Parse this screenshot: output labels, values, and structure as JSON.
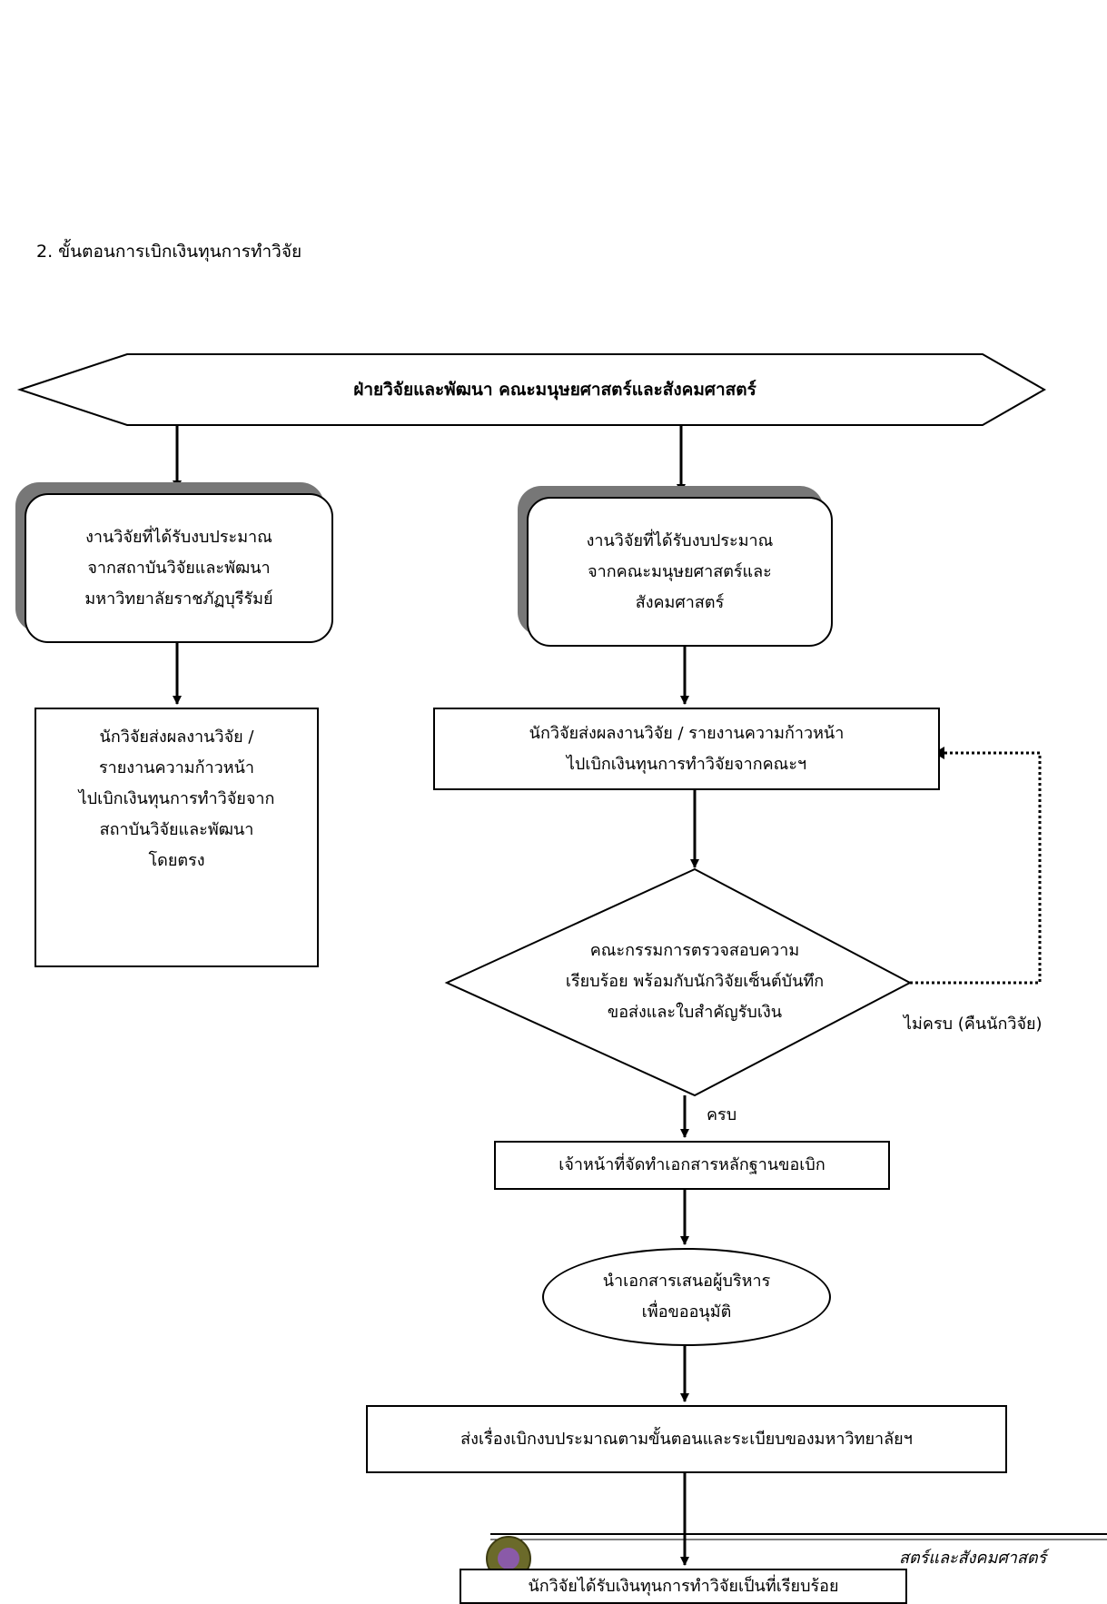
{
  "title": "2.  ขั้นตอนการเบิกเงินทุนการทำวิจัย",
  "banner": "ฝ่ายวิจัยและพัฒนา   คณะมนุษยศาสตร์และสังคมศาสตร์",
  "left_box": "งานวิจัยที่ได้รับงบประมาณ\nจากสถาบันวิจัยและพัฒนา\nมหาวิทยาลัยราชภัฏบุรีรัมย์",
  "right_box": "งานวิจัยที่ได้รับงบประมาณ\nจากคณะมนุษยศาสตร์และ\nสังคมศาสตร์",
  "left_submit": "นักวิจัยส่งผลงานวิจัย /\nรายงานความก้าวหน้า\nไปเบิกเงินทุนการทำวิจัยจาก\nสถาบันวิจัยและพัฒนา\nโดยตรง",
  "right_submit": "นักวิจัยส่งผลงานวิจัย / รายงานความก้าวหน้า\nไปเบิกเงินทุนการทำวิจัยจากคณะฯ",
  "decision": "คณะกรรมการตรวจสอบความ\nเรียบร้อย พร้อมกับนักวิจัยเซ็นต์บันทึก\nขอส่งและใบสำคัญรับเงิน",
  "incomplete_label": "ไม่ครบ (คืนนักวิจัย)",
  "complete_label": "ครบ",
  "staff_docs": "เจ้าหน้าที่จัดทำเอกสารหลักฐานขอเบิก",
  "present_exec": "นำเอกสารเสนอผู้บริหาร\nเพื่อขออนุมัติ",
  "send_budget": "ส่งเรื่องเบิกงบประมาณตามขั้นตอนและระเบียบของมหาวิทยาลัยฯ",
  "final": "นักวิจัยได้รับเงินทุนการทำวิจัยเป็นที่เรียบร้อย",
  "footer": "สตร์และสังคมศาสตร์"
}
